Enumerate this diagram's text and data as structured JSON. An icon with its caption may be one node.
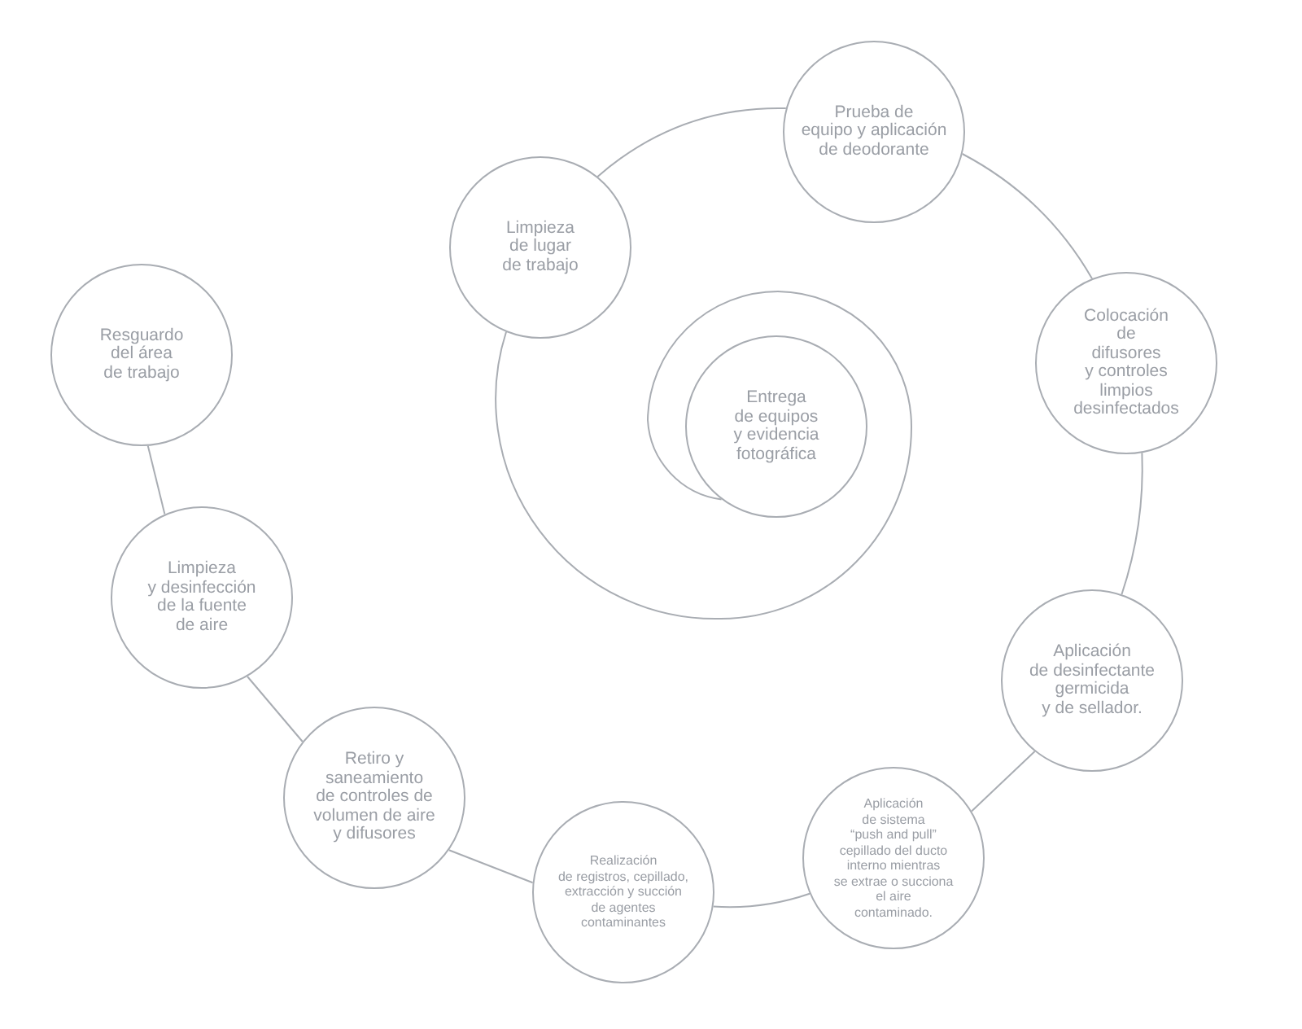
{
  "diagram": {
    "nodes": [
      {
        "text": [
          "Resguardo del área de trabajo"
        ]
      },
      {
        "text": [
          "Limpieza y desinfección de la fuente de aire"
        ]
      },
      {
        "text": [
          "Retiro y saneamiento de controles de volumen de aire y difusores"
        ]
      },
      {
        "text": [
          "Realización de registros, cepillado, extracción y succión de agentes contaminantes"
        ]
      },
      {
        "text": [
          "Aplicación de sistema “push and pull” cepillado del ducto interno mientras se extrae o succiona el aire contaminado."
        ]
      },
      {
        "text": [
          "Aplicación de desinfectante germicida y de sellador."
        ]
      },
      {
        "text": [
          "Colocación de difusores y controles limpios desinfectados"
        ]
      },
      {
        "text": [
          "Prueba de equipo y aplicación de deodorante"
        ]
      },
      {
        "text": [
          "Limpieza de lugar de trabajo"
        ]
      },
      {
        "text": [
          "Entrega de equipos y evidencia fotográfica"
        ]
      }
    ],
    "edges": [
      {
        "from": 0,
        "to": 1,
        "arrow": "none"
      },
      {
        "from": 1,
        "to": 2,
        "arrow": "none"
      },
      {
        "from": 2,
        "to": 3,
        "arrow": "none"
      },
      {
        "from": 3,
        "to": 4,
        "arrow": "none"
      },
      {
        "from": 4,
        "to": 5,
        "arrow": "none"
      },
      {
        "from": 5,
        "to": 6,
        "arrow": "none"
      },
      {
        "from": 6,
        "to": 7,
        "arrow": "none"
      },
      {
        "from": 7,
        "to": 8,
        "arrow": "none"
      },
      {
        "from": 8,
        "to": 9,
        "arrow": "none"
      }
    ]
  }
}
